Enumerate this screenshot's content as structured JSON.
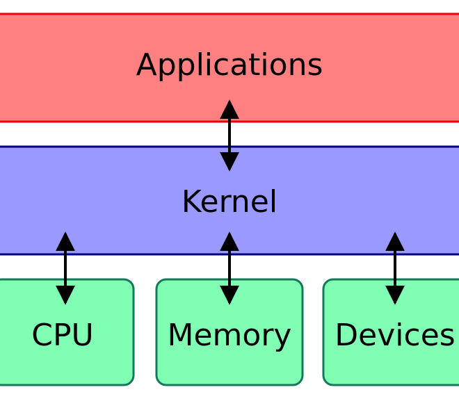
{
  "layers": {
    "applications": {
      "label": "Applications",
      "fill": "#ff8080",
      "stroke": "#ee0000"
    },
    "kernel": {
      "label": "Kernel",
      "fill": "#9999ff",
      "stroke": "#000080"
    }
  },
  "hardware": [
    {
      "label": "CPU"
    },
    {
      "label": "Memory"
    },
    {
      "label": "Devices"
    }
  ],
  "hardware_style": {
    "fill": "#80ffb4",
    "stroke": "#16785a"
  },
  "arrow_color": "#000000"
}
